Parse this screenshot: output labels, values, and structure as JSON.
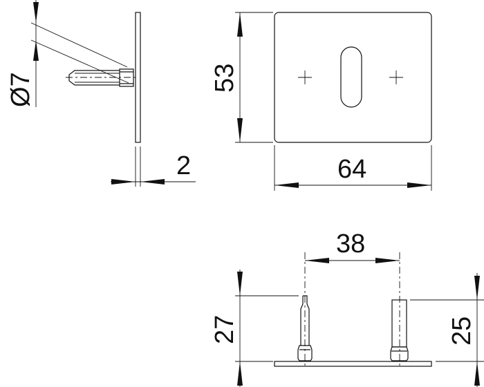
{
  "dimensions": {
    "pin_diameter": "Ø7",
    "plate_thickness": "2",
    "plate_height": "53",
    "plate_width": "64",
    "pin_spacing": "38",
    "left_pin_height": "27",
    "right_pin_height": "25"
  }
}
